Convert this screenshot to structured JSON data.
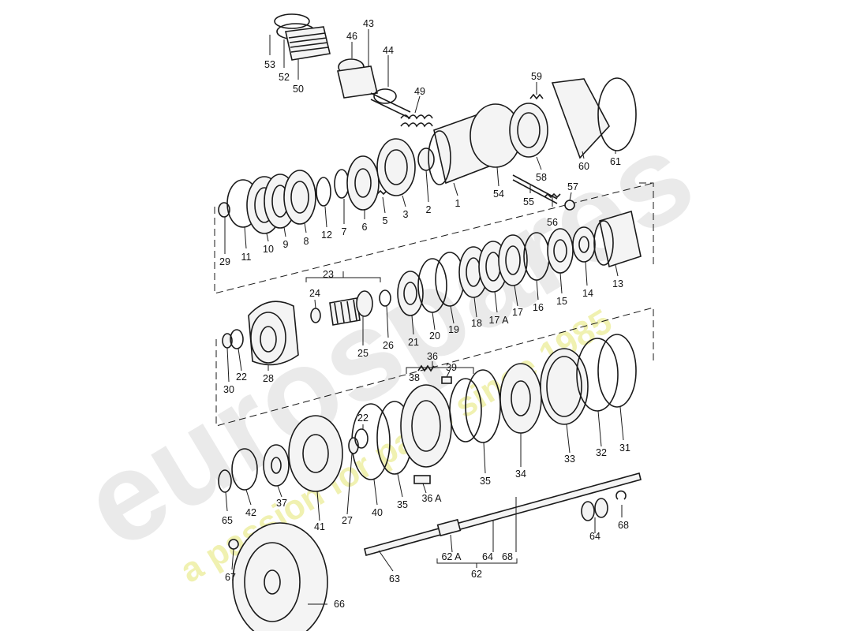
{
  "watermark": {
    "brand": "eurospares",
    "tagline": "a passion for parts since 1985",
    "brand_color": "#d9d9d9",
    "tagline_color": "#eef0a8"
  },
  "colors": {
    "ink": "#1a1a1a",
    "background": "#ffffff"
  },
  "labels": {
    "l53": "53",
    "l52": "52",
    "l50": "50",
    "l46": "46",
    "l43": "43",
    "l44": "44",
    "l49": "49",
    "l59": "59",
    "l29": "29",
    "l11": "11",
    "l10": "10",
    "l9": "9",
    "l8": "8",
    "l12": "12",
    "l7": "7",
    "l6": "6",
    "l5": "5",
    "l3": "3",
    "l2": "2",
    "l1": "1",
    "l54": "54",
    "l55": "55",
    "l56": "56",
    "l57": "57",
    "l58": "58",
    "l60": "60",
    "l61": "61",
    "l23": "23",
    "l24": "24",
    "l25": "25",
    "l26": "26",
    "l21": "21",
    "l20": "20",
    "l19": "19",
    "l18": "18",
    "l17a": "17 A",
    "l17": "17",
    "l16": "16",
    "l15": "15",
    "l14": "14",
    "l13": "13",
    "l30": "30",
    "l22a": "22",
    "l28": "28",
    "l36": "36",
    "l39": "39",
    "l38": "38",
    "l22b": "22",
    "l31": "31",
    "l32": "32",
    "l33": "33",
    "l34": "34",
    "l35a": "35",
    "l35b": "35",
    "l36a": "36 A",
    "l40": "40",
    "l27": "27",
    "l41": "41",
    "l37": "37",
    "l42": "42",
    "l65": "65",
    "l67": "67",
    "l66": "66",
    "l63": "63",
    "l62a": "62 A",
    "l64a": "64",
    "l68a": "68",
    "l62": "62",
    "l64b": "64",
    "l68b": "68"
  }
}
